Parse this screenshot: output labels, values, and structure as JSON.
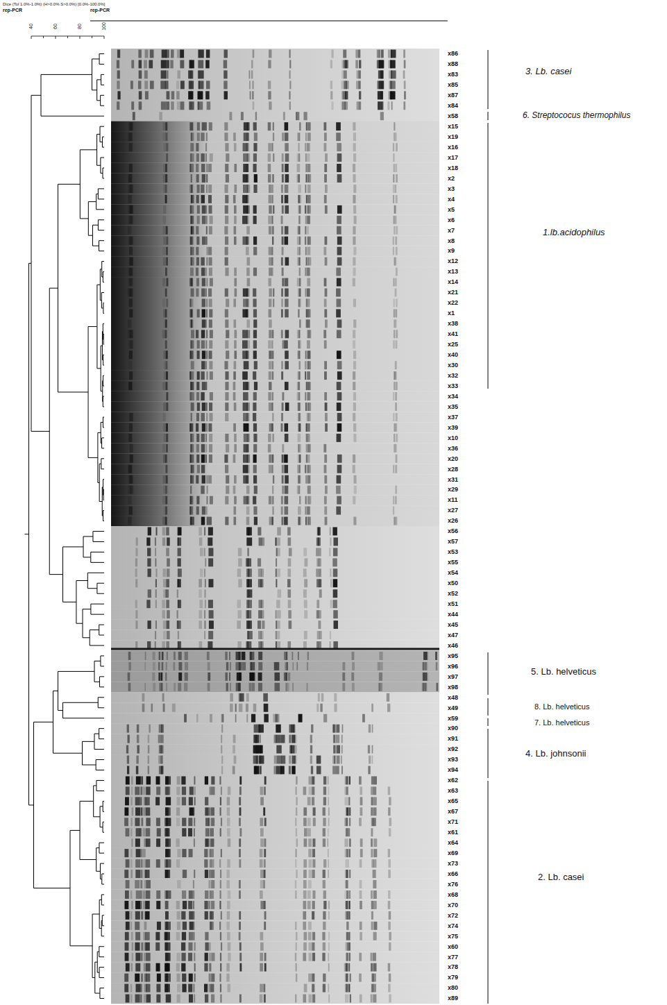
{
  "diagram": {
    "labels": [
      "Dice (Tol 1.0%-1.0%) (H>0.0% S>0.0%) [0.0%-100.0%]",
      "rep-PCR",
      "rep-PCR",
      "40",
      "60",
      "80",
      "100",
      "x86",
      "x88",
      "x83",
      "x85",
      "x87",
      "x84",
      "x58",
      "x15",
      "x19",
      "x16",
      "x17",
      "x18",
      "x2",
      "x3",
      "x4",
      "x5",
      "x6",
      "x7",
      "x8",
      "x9",
      "x12",
      "x13",
      "x14",
      "x21",
      "x22",
      "x1",
      "x38",
      "x41",
      "x25",
      "x40",
      "x30",
      "x32",
      "x33",
      "x34",
      "x35",
      "x37",
      "x39",
      "x10",
      "x36",
      "x20",
      "x28",
      "x31",
      "x29",
      "x11",
      "x27",
      "x26",
      "x56",
      "x57",
      "x53",
      "x55",
      "x54",
      "x50",
      "x52",
      "x51",
      "x44",
      "x45",
      "x47",
      "x46",
      "x95",
      "x96",
      "x97",
      "x98",
      "x48",
      "x49",
      "x59",
      "x90",
      "x91",
      "x92",
      "x93",
      "x94",
      "x62",
      "x63",
      "x65",
      "x67",
      "x71",
      "x61",
      "x64",
      "x69",
      "x73",
      "x66",
      "x76",
      "x68",
      "x70",
      "x72",
      "x74",
      "x75",
      "x60",
      "x77",
      "x78",
      "x79",
      "x80",
      "x89",
      "3. Lb. casei",
      "6. Streptococus thermophilus",
      "1.lb.acidophilus",
      "5. Lb. helveticus",
      "8. Lb. helveticus",
      "7. Lb. helveticus",
      "4. Lb. johnsonii",
      "2. Lb. casei"
    ]
  }
}
